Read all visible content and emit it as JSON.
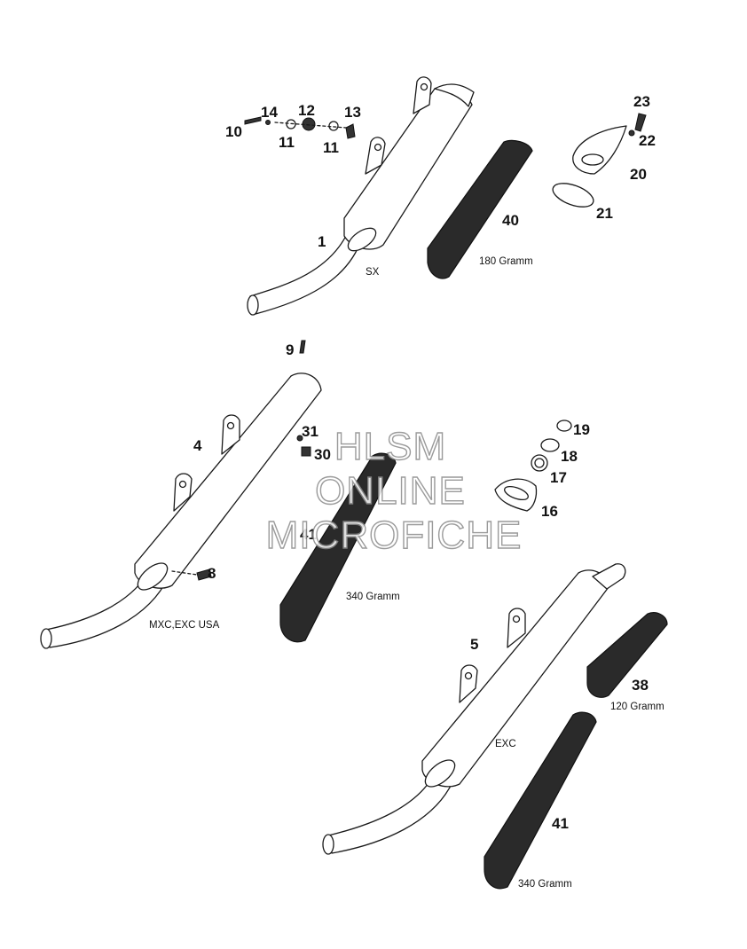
{
  "colors": {
    "ink": "#1a1a1a",
    "mesh": "#2a2a2a",
    "watermark_stroke": "#8a8a8a",
    "background": "#ffffff"
  },
  "watermark": {
    "line1": "HLSM",
    "line2": "ONLINE",
    "line3": "MICROFICHE"
  },
  "parts": {
    "p1": "1",
    "p4": "4",
    "p5": "5",
    "p8": "8",
    "p9": "9",
    "p10": "10",
    "p11a": "11",
    "p11b": "11",
    "p12": "12",
    "p13": "13",
    "p14": "14",
    "p16": "16",
    "p17": "17",
    "p18": "18",
    "p19": "19",
    "p20": "20",
    "p21": "21",
    "p22": "22",
    "p23": "23",
    "p30": "30",
    "p31": "31",
    "p38": "38",
    "p40": "40",
    "p41a": "41",
    "p41b": "41"
  },
  "notes": {
    "sx": "SX",
    "mxc": "MXC,EXC USA",
    "exc": "EXC",
    "g180": "180 Gramm",
    "g340a": "340 Gramm",
    "g340b": "340 Gramm",
    "g120": "120 Gramm"
  }
}
